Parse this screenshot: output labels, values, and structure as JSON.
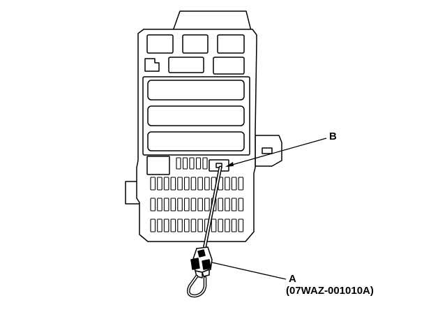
{
  "labels": {
    "b": "B",
    "a": "A",
    "a_part_number": "(07WAZ-001010A)"
  },
  "colors": {
    "line": "#000000",
    "background": "#ffffff"
  }
}
